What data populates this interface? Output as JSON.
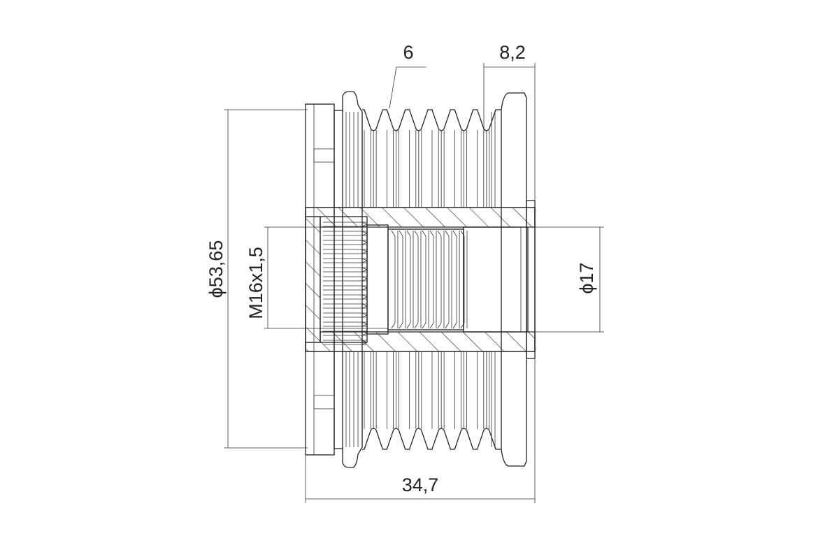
{
  "drawing": {
    "dimensions": {
      "outer_diameter": "ϕ53,65",
      "thread": "M16x1,5",
      "bore_diameter": "ϕ17",
      "overall_length": "34,7",
      "flange_width": "8,2",
      "groove_count": "6"
    },
    "groove_count_value": 6,
    "colors": {
      "line": "#222222",
      "background": "#ffffff"
    }
  }
}
